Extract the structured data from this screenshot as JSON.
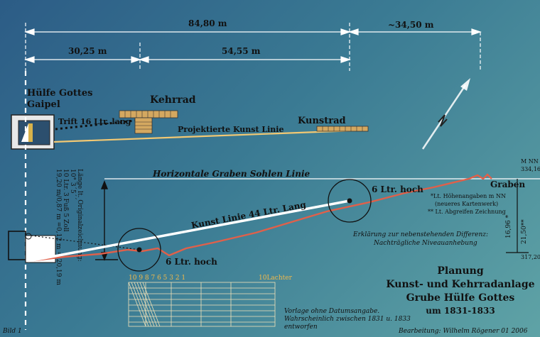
{
  "dimensions": {
    "total": "84,80 m",
    "left": "30,25 m",
    "middle": "54,55 m",
    "right": "~34,50 m"
  },
  "labels": {
    "huelfe_gottes": "Hülfe Gottes",
    "gaipel": "Gaipel",
    "kehrrad": "Kehrrad",
    "kunstrad": "Kunstrad",
    "trift": "Trift 16 Ltr. lang",
    "projektierte": "Projektierte Kunst Linie",
    "horizontale": "Horizontale Graben Sohlen Linie",
    "kunst_linie": "Kunst Linie  44 Ltr. Lang",
    "wheel_right": "6 Ltr. hoch",
    "wheel_left": "6 Ltr. hoch",
    "graben": "Graben",
    "mnn": "M NN",
    "elev_top": "334,16",
    "elev_bottom": "317,20",
    "elev_diff_a": "16,96 *",
    "elev_diff_b": "21,50**",
    "note1": "*Lt. Höhenangaben m NN",
    "note2": "(neueres Kartenwerk)",
    "note3": "** Lt. Abgreifen Zeichnung",
    "erklaerung1": "Erklärung zur nebenstehenden Differenz:",
    "erklaerung2": "Nachträgliche Niveauanhebung",
    "vert1": "Länge lt. Originalzeichnung:",
    "vert2": "10° 3´5´´",
    "vert3": "10 Ltr. 3 Fuß  5 Zoll",
    "vert4": "19,20 m/0,87 m =0,12 m = 20,19 m",
    "scale_numbers": "10  9  8  7  6  5  3  2  1",
    "scale_unit": "10Lachter",
    "vorlage1": "Vorlage ohne Datumsangabe.",
    "vorlage2": "Wahrscheinlich zwischen 1831 u. 1833",
    "vorlage3": "entworfen",
    "bild": "Bild 1",
    "bearbeitung": "Bearbeitung: Wilhelm Rögener 01 2006"
  },
  "title": {
    "line1": "Planung",
    "line2": "Kunst-  und Kehrradanlage",
    "line3": "Grube Hülfe Gottes",
    "line4": "um 1831-1833"
  },
  "colors": {
    "accent_orange": "#f2b94a",
    "terrain_red": "#e0604a",
    "line_white": "#ffffff",
    "text_dark": "#111111"
  }
}
